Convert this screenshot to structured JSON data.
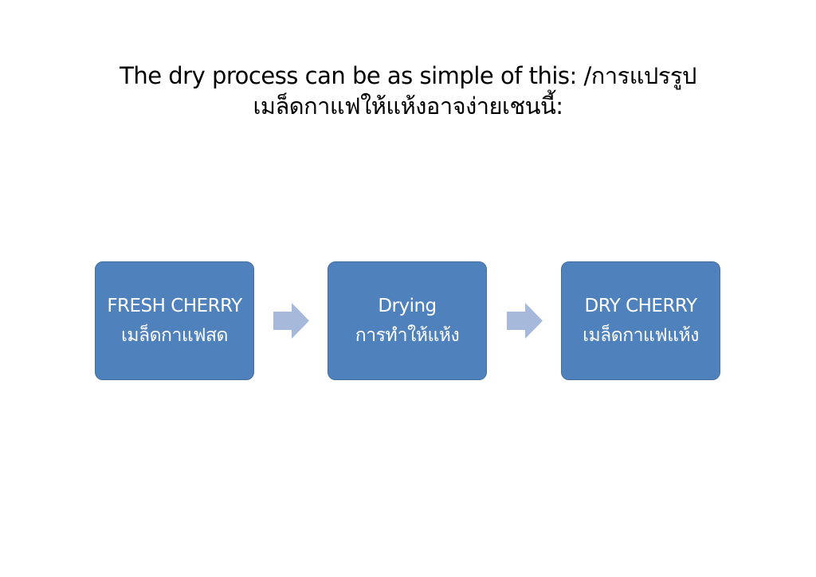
{
  "title": {
    "line1": "The dry process can be as simple of this: /การแปรรูป",
    "line2": "เมล็ดกาแฟให้แห้งอาจง่ายเชนนี้:"
  },
  "steps": [
    {
      "en": "FRESH CHERRY",
      "th": "เมล็ดกาแฟสด"
    },
    {
      "en": "Drying",
      "th": "การทำให้แห้ง"
    },
    {
      "en": "DRY CHERRY",
      "th": "เมล็ดกาแฟแห้ง"
    }
  ],
  "colors": {
    "box": "#4F81BD",
    "arrow": "#A7B9DA"
  }
}
